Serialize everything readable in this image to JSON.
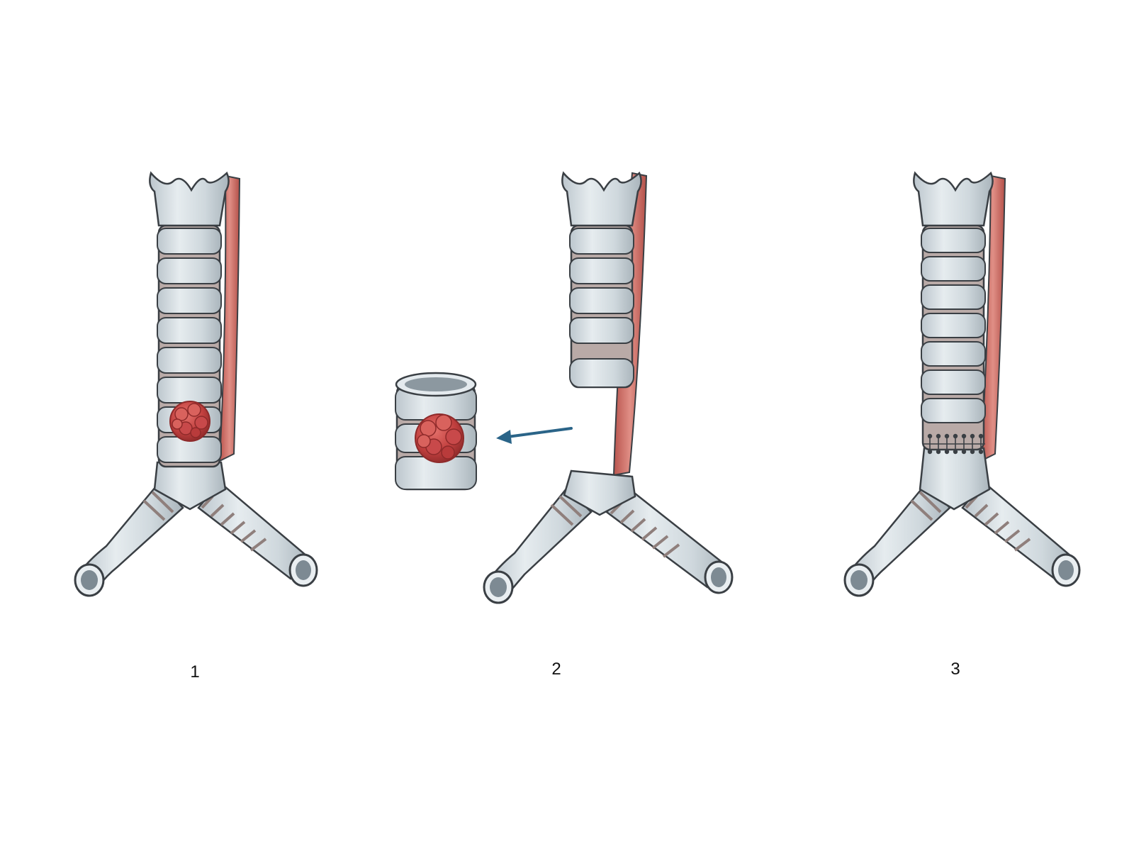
{
  "steps": [
    {
      "label": "1"
    },
    {
      "label": "2"
    },
    {
      "label": "3"
    }
  ],
  "colors": {
    "cartilage": "#c9d2d8",
    "cartilage_light": "#e4eaee",
    "cartilage_stroke": "#3a3f44",
    "band": "#b9aaa7",
    "band_dark": "#8f7f7c",
    "muscle": "#c8675f",
    "muscle_light": "#dd8a80",
    "tumor": "#c2403f",
    "tumor_light": "#d9625d",
    "tumor_dark": "#8e2a2a",
    "arrow": "#2a6488",
    "suture": "#3a3f44"
  },
  "icons": {
    "arrow": "arrow-left-icon"
  }
}
